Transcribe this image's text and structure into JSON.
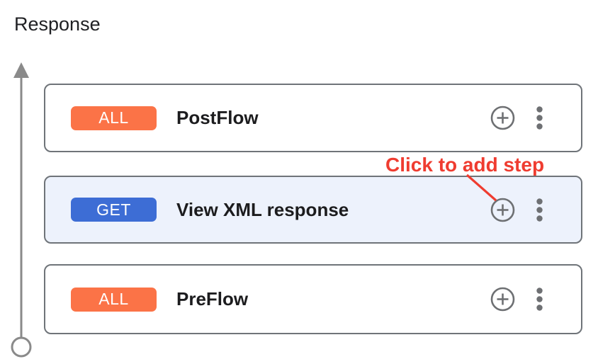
{
  "page": {
    "title": "Response"
  },
  "flows": [
    {
      "method": "ALL",
      "name": "PostFlow",
      "selected": false
    },
    {
      "method": "GET",
      "name": "View XML response",
      "selected": true
    },
    {
      "method": "ALL",
      "name": "PreFlow",
      "selected": false
    }
  ],
  "annotation": {
    "label": "Click to add step"
  },
  "icons": {
    "add_step": "plus-circle-icon",
    "more_options": "kebab-menu-icon",
    "flow_direction": "up-arrow-icon",
    "flow_endpoint": "circle-endpoint-icon"
  },
  "colors": {
    "badge_all": "#fb7347",
    "badge_get": "#3d6dd5",
    "selected_bg": "#edf2fc",
    "card_border": "#6f7479",
    "icon_gray": "#6e7073",
    "arrow_gray": "#8a8a8a",
    "annotation_red": "#ef3c30",
    "text_dark": "#202124",
    "name_dark": "#1c1c1e"
  }
}
